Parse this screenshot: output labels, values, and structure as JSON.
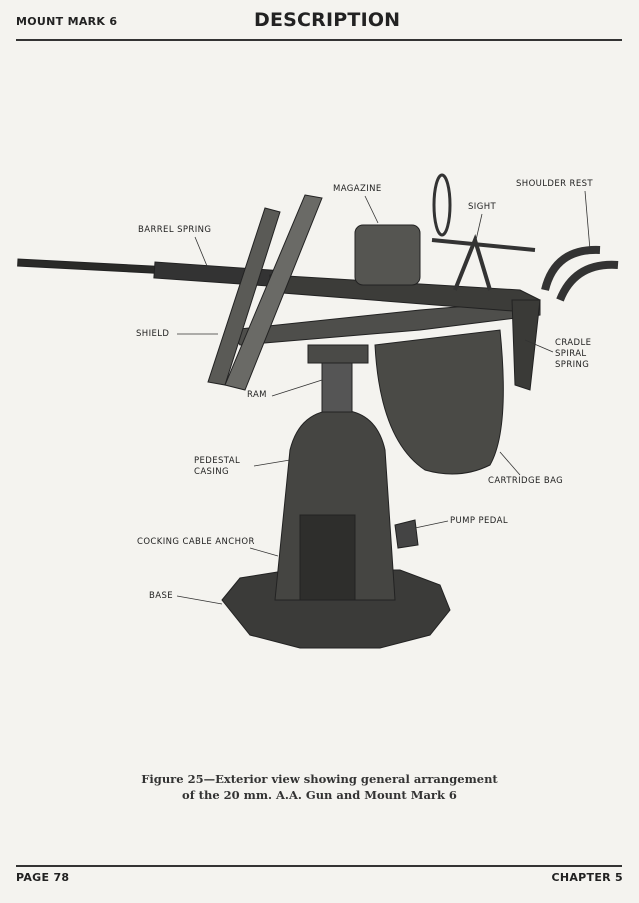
{
  "header": {
    "section": "MOUNT MARK 6",
    "title": "DESCRIPTION"
  },
  "figure": {
    "labels": {
      "magazine": "MAGAZINE",
      "shoulder_rest": "SHOULDER REST",
      "sight": "SIGHT",
      "barrel_spring": "BARREL SPRING",
      "shield": "SHIELD",
      "cradle_spiral_spring": [
        "CRADLE",
        "SPIRAL",
        "SPRING"
      ],
      "ram": "RAM",
      "pedestal_casing": [
        "PEDESTAL",
        "CASING"
      ],
      "cartridge_bag": "CARTRIDGE BAG",
      "pump_pedal": "PUMP PEDAL",
      "cocking_cable_anchor": "COCKING CABLE ANCHOR",
      "base": "BASE"
    },
    "caption": [
      "Figure 25—Exterior view showing general arrangement",
      "of the 20 mm. A.A. Gun and Mount Mark 6"
    ]
  },
  "footer": {
    "page": "PAGE 78",
    "chapter": "CHAPTER 5"
  }
}
